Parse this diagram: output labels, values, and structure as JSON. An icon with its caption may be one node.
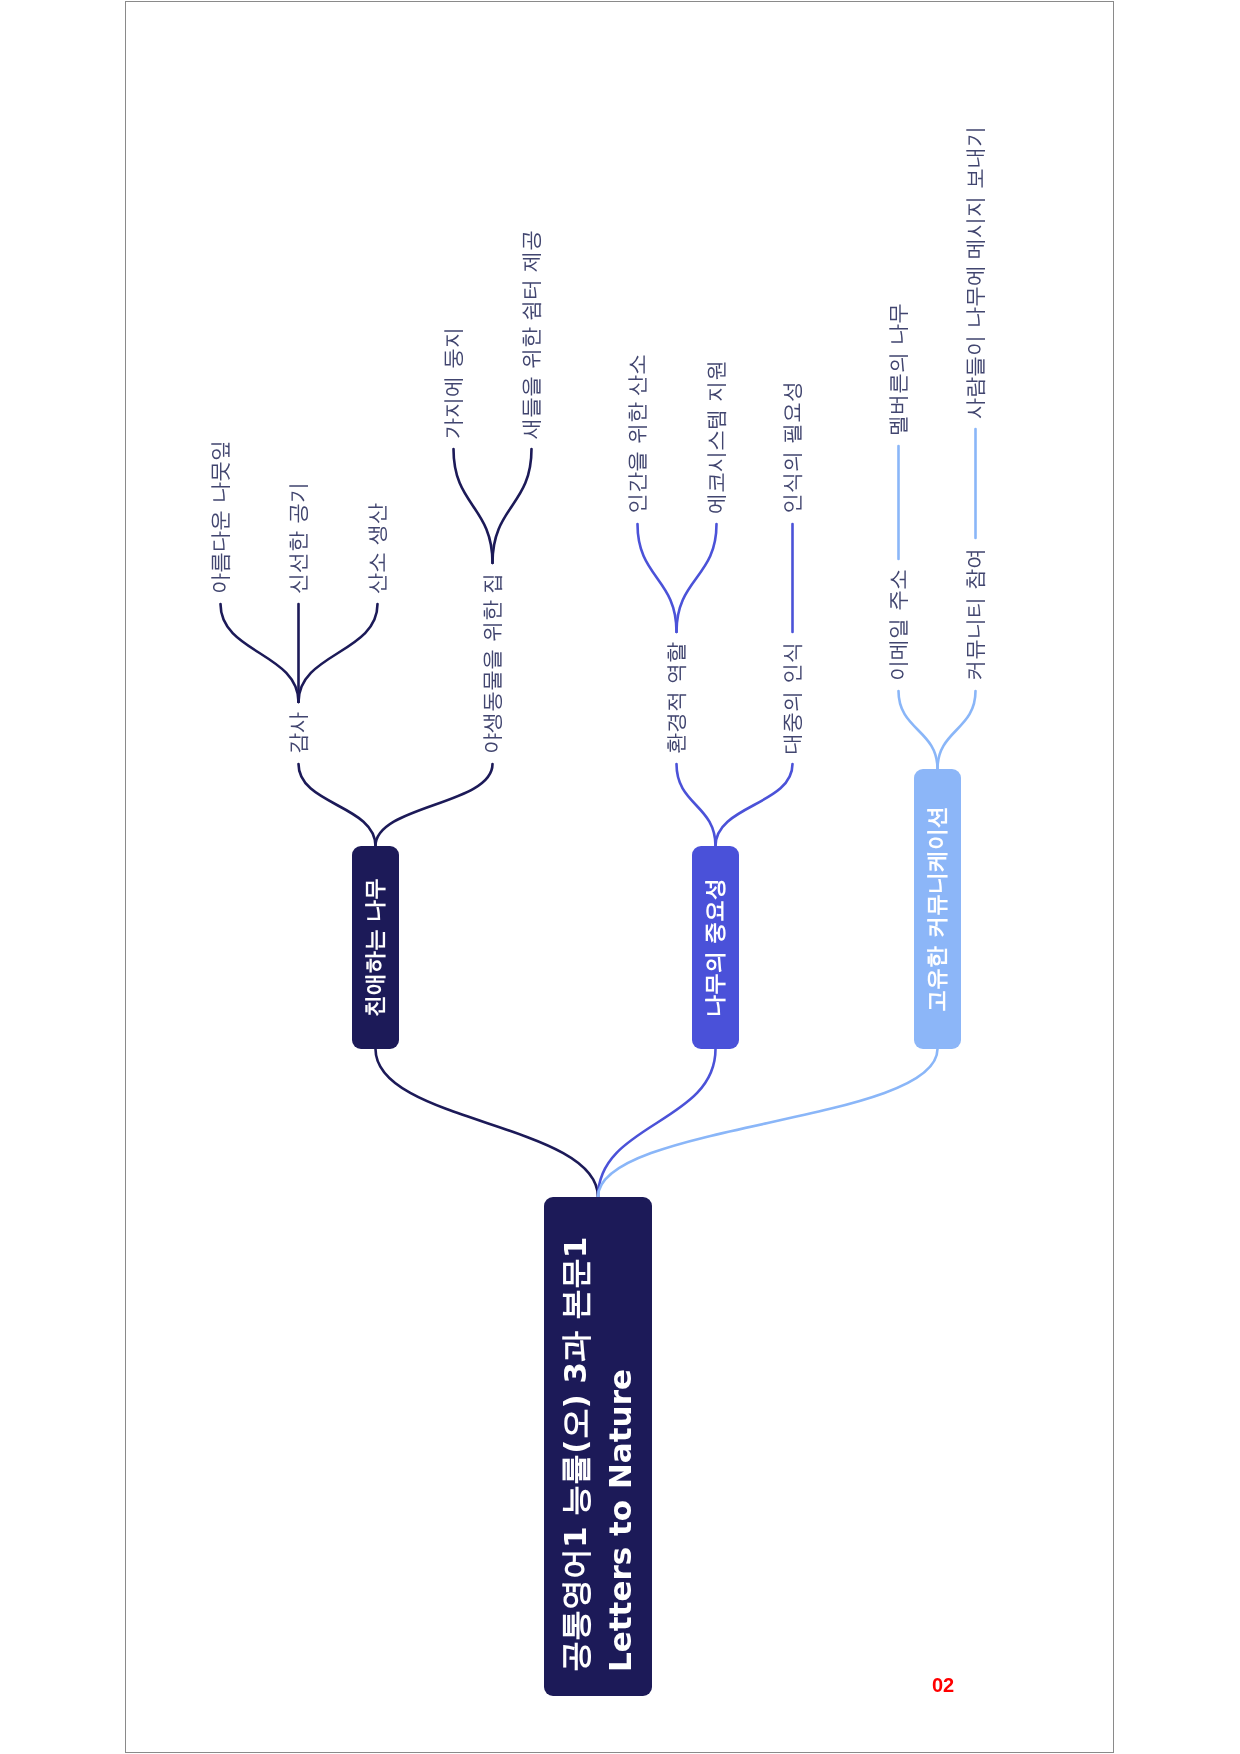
{
  "diagram": {
    "nodes": [
      {
        "text": [
          "공통영어1 능률(오) 3과 본문1",
          "Letters to Nature"
        ]
      },
      {
        "text": [
          "친애하는 나무"
        ]
      },
      {
        "text": [
          "감사"
        ]
      },
      {
        "text": [
          "아름다운 나뭇잎"
        ]
      },
      {
        "text": [
          "신선한 공기"
        ]
      },
      {
        "text": [
          "산소 생산"
        ]
      },
      {
        "text": [
          "야생동물을 위한 집"
        ]
      },
      {
        "text": [
          "가지에 둥지"
        ]
      },
      {
        "text": [
          "새들을 위한 쉼터 제공"
        ]
      },
      {
        "text": [
          "나무의 중요성"
        ]
      },
      {
        "text": [
          "환경적 역할"
        ]
      },
      {
        "text": [
          "인간을 위한 산소"
        ]
      },
      {
        "text": [
          "에코시스템 지원"
        ]
      },
      {
        "text": [
          "대중의 인식"
        ]
      },
      {
        "text": [
          "인식의 필요성"
        ]
      },
      {
        "text": [
          "고유한 커뮤니케이션"
        ]
      },
      {
        "text": [
          "이메일 주소"
        ]
      },
      {
        "text": [
          "멜버른의 나무"
        ]
      },
      {
        "text": [
          "커뮤니티 참여"
        ]
      },
      {
        "text": [
          "사람들이 나무에 메시지 보내기"
        ]
      }
    ],
    "edges": [
      {
        "from": 0,
        "to": 1,
        "arrow": "none"
      },
      {
        "from": 1,
        "to": 2,
        "arrow": "none"
      },
      {
        "from": 2,
        "to": 3,
        "arrow": "none"
      },
      {
        "from": 2,
        "to": 4,
        "arrow": "none"
      },
      {
        "from": 2,
        "to": 5,
        "arrow": "none"
      },
      {
        "from": 1,
        "to": 6,
        "arrow": "none"
      },
      {
        "from": 6,
        "to": 7,
        "arrow": "none"
      },
      {
        "from": 6,
        "to": 8,
        "arrow": "none"
      },
      {
        "from": 0,
        "to": 9,
        "arrow": "none",
        "color": "#4b52d8"
      },
      {
        "from": 9,
        "to": 10,
        "arrow": "none",
        "color": "#4b52d8"
      },
      {
        "from": 10,
        "to": 11,
        "arrow": "none",
        "color": "#4b52d8"
      },
      {
        "from": 10,
        "to": 12,
        "arrow": "none",
        "color": "#4b52d8"
      },
      {
        "from": 9,
        "to": 13,
        "arrow": "none",
        "color": "#4b52d8"
      },
      {
        "from": 13,
        "to": 14,
        "arrow": "none",
        "color": "#4b52d8"
      },
      {
        "from": 0,
        "to": 15,
        "arrow": "none",
        "color": "#8ab6f8"
      },
      {
        "from": 15,
        "to": 16,
        "arrow": "none",
        "color": "#8ab6f8"
      },
      {
        "from": 16,
        "to": 17,
        "arrow": "none",
        "color": "#8ab6f8"
      },
      {
        "from": 15,
        "to": 18,
        "arrow": "none",
        "color": "#8ab6f8"
      },
      {
        "from": 18,
        "to": 19,
        "arrow": "none",
        "color": "#8ab6f8"
      }
    ],
    "labels": [
      "02"
    ]
  }
}
